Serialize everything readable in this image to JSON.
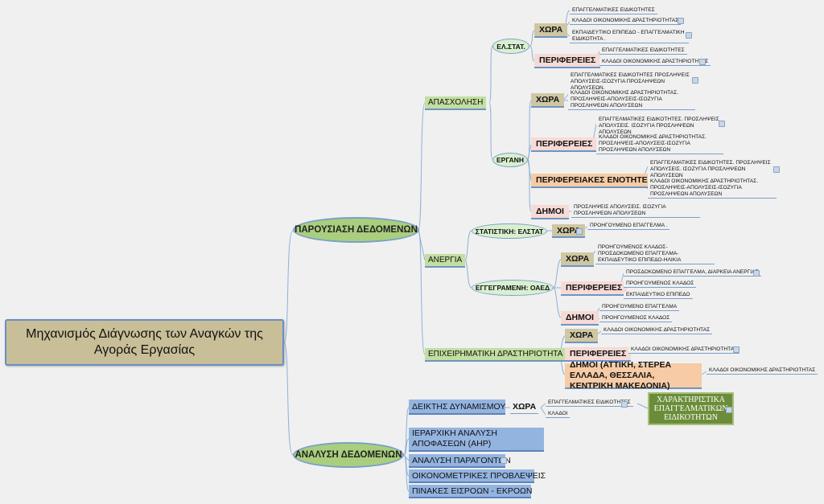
{
  "root": {
    "title": "Μηχανισμός Διάγνωσης των Αναγκών της Αγοράς Εργασίας"
  },
  "branches": {
    "presentation": "ΠΑΡΟΥΣΙΑΣΗ ΔΕΔΟΜΕΝΩΝ",
    "analysis": "ΑΝΑΛΥΣΗ ΔΕΔΟΜΕΝΩΝ"
  },
  "employment": {
    "label": "ΑΠΑΣΧΟΛΗΣΗ",
    "elstat": {
      "label": "ΕΛ.ΣΤΑΤ.",
      "country": "ΧΩΡΑ",
      "country_items": [
        "ΕΠΑΓΓΕΛΜΑΤΙΚΕΣ ΕΙΔΙΚΟΤΗΤΕΣ",
        "ΚΛΑΔΟΙ ΟΙΚΟΝΟΜΙΚΗΣ ΔΡΑΣΤΗΡΙΟΤΗΤΑΣ",
        "ΕΚΠΑΙΔΕΥΤΙΚΟ ΕΠΙΠΕΔΟ - ΕΠΑΓΓΕΛΜΑΤΙΚΗ ΕΙΔΙΚΟΤΗΤΑ ."
      ],
      "regions": "ΠΕΡΙΦΕΡΕΙΕΣ",
      "regions_items": [
        "ΕΠΑΓΓΕΛΜΑΤΙΚΕΣ ΕΙΔΙΚΟΤΗΤΕΣ",
        "ΚΛΑΔΟΙ ΟΙΚΟΝΟΜΙΚΗΣ ΔΡΑΣΤΗΡΙΟΤΗΤΑΣ"
      ]
    },
    "ergani": {
      "label": "ΕΡΓΑΝΗ",
      "country": "ΧΩΡΑ",
      "country_items": [
        "ΕΠΑΓΓΕΛΜΑΤΙΚΕΣ ΕΙΔΙΚΟΤΗΤΕΣ ΠΡΟΣΛΗΨΕΙΣ ΑΠΟΛΥΣΕΙΣ-ΙΣΟΖΥΓΙΑ ΠΡΟΣΛΗΨΕΩΝ ΑΠΟΛΥΣΕΩΝ.",
        "ΚΛΑΔΟΙ ΟΙΚΟΝΟΜΙΚΗΣ ΔΡΑΣΤΗΡΙΟΤΗΤΑΣ. ΠΡΟΣΛΗΨΕΙΣ-ΑΠΟΛΥΣΕΙΣ-ΙΣΟΖΥΓΙΑ ΠΡΟΣΛΗΨΕΩΝ ΑΠΟΛΥΣΕΩΝ"
      ],
      "regions": "ΠΕΡΙΦΕΡΕΙΕΣ",
      "regions_items": [
        "ΕΠΑΓΓΕΛΜΑΤΙΚΕΣ ΕΙΔΙΚΟΤΗΤΕΣ. ΠΡΟΣΛΗΨΕΙΣ ΑΠΟΛΥΣΕΙΣ. ΙΣΟΖΥΓΙΑ ΠΡΟΣΛΗΨΕΩΝ ΑΠΟΛΥΣΕΩΝ",
        "ΚΛΑΔΟΙ ΟΙΚΟΝΟΜΙΚΗΣ ΔΡΑΣΤΗΡΙΟΤΗΤΑΣ. ΠΡΟΣΛΗΨΕΙΣ-ΑΠΟΛΥΣΕΙΣ-ΙΣΟΖΥΓΙΑ ΠΡΟΣΛΗΨΕΩΝ ΑΠΟΛΥΣΕΩΝ"
      ],
      "units": "ΠΕΡΙΦΕΡΕΙΑΚΕΣ ΕΝΟΤΗΤΕΣ",
      "units_items": [
        "ΕΠΑΓΓΕΛΜΑΤΙΚΕΣ ΕΙΔΙΚΟΤΗΤΕΣ. ΠΡΟΣΛΗΨΕΙΣ ΑΠΟΛΥΣΕΙΣ. ΙΣΟΖΥΓΙΑ ΠΡΟΣΛΗΨΕΩΝ ΑΠΟΛΥΣΕΩΝ",
        "ΚΛΑΔΟΙ ΟΙΚΟΝΟΜΙΚΗΣ ΔΡΑΣΤΗΡΙΟΤΗΤΑΣ. ΠΡΟΣΛΗΨΕΙΣ-ΑΠΟΛΥΣΕΙΣ-ΙΣΟΖΥΓΙΑ ΠΡΟΣΛΗΨΕΩΝ ΑΠΟΛΥΣΕΩΝ"
      ],
      "municipalities": "ΔΗΜΟΙ",
      "municipalities_items": [
        "ΠΡΟΣΛΗΨΕΙΣ ΑΠΟΛΥΣΕΙΣ. ΙΣΟΖΥΓΙΑ ΠΡΟΣΛΗΨΕΩΝ ΑΠΟΛΥΣΕΩΝ"
      ]
    }
  },
  "unemployment": {
    "label": "ΑΝΕΡΓΙΑ",
    "stat": {
      "label": "ΣΤΑΤΙΣΤΙΚΗ: ΕΛΣΤΑΤ",
      "country": "ΧΩΡΑ",
      "country_items": [
        "ΠΡΟΗΓΟΥΜΕΝΟ ΕΠΑΓΓΕΛΜΑ ."
      ]
    },
    "registered": {
      "label": "ΕΓΓΕΓΡΑΜΕΝΗ: ΟΑΕΔ",
      "country": "ΧΩΡΑ",
      "country_items": [
        "ΠΡΟΗΓΟΥΜΕΝΟΣ ΚΛΑΔΟΣ-ΠΡΟΣΔΟΚΩΜΕΝΟ ΕΠΑΓΓΕΛΜΑ-ΕΚΠΑΙΔΕΥΤΙΚΟ ΕΠΙΠΕΔΟ-ΗΛΙΚΙΑ"
      ],
      "regions": "ΠΕΡΙΦΕΡΕΙΕΣ",
      "regions_items": [
        "ΠΡΟΣΔΟΚΩΜΕΝΟ ΕΠΑΓΓΕΛΜΑ, ΔΙΑΡΚΕΙΑ ΑΝΕΡΓΙΑΣ",
        "ΠΡΟΗΓΟΥΜΕΝΟΣ ΚΛΑΔΟΣ",
        "ΕΚΠΑΙΔΕΥΤΙΚΟ ΕΠΙΠΕΔΟ"
      ],
      "municipalities": "ΔΗΜΟΙ",
      "municipalities_items": [
        "ΠΡΟΗΓΟΥΜΕΝΟ ΕΠΑΓΓΕΛΜΑ",
        "ΠΡΟΗΓΟΥΜΕΝΟΣ ΚΛΑΔΟΣ"
      ]
    }
  },
  "business": {
    "label": "ΕΠΙΧΕΙΡΗΜΑΤΙΚΗ ΔΡΑΣΤΗΡΙΟΤΗΤΑ",
    "country": "ΧΩΡΑ",
    "country_items": [
      "ΚΛΑΔΟΙ ΟΙΚΟΝΟΜΙΚΗΣ ΔΡΑΣΤΗΡΙΟΤΗΤΑΣ"
    ],
    "regions": "ΠΕΡΙΦΕΡΕΙΕΣ",
    "regions_items": [
      "ΚΛΑΔΟΙ ΟΙΚΟΝΟΜΙΚΗΣ ΔΡΑΣΤΗΡΙΟΤΗΤΑΣ"
    ],
    "municipalities": "ΔΗΜΟΙ (ΑΤΤΙΚΗ, ΣΤΕΡΕΑ ΕΛΛΑΔΑ, ΘΕΣΣΑΛΙΑ, ΚΕΝΤΡΙΚΗ ΜΑΚΕΔΟΝΙΑ)",
    "municipalities_items": [
      "ΚΛΑΔΟΙ ΟΙΚΟΝΟΜΙΚΗΣ ΔΡΑΣΤΗΡΙΟΤΗΤΑΣ"
    ]
  },
  "analysis": {
    "dynamism": {
      "label": "ΔΕΙΚΤΗΣ ΔΥΝΑΜΙΣΜΟΥ",
      "country": "ΧΩΡΑ",
      "items": [
        "ΕΠΑΓΓΕΛΜΑΤΙΚΕΣ ΕΙΔΙΚΟΤΗΤΕΣ",
        "ΚΛΑΔΟΙ"
      ],
      "result": "ΧΑΡΑΚΤΗΡΙΣΤΙΚΑ ΕΠΑΓΓΕΛΜΑΤΙΚΩΝ ΕΙΔΙΚΟΤΗΤΩΝ"
    },
    "methods": [
      "ΙΕΡΑΡΧΙΚΗ ΑΝΑΛΥΣΗ ΑΠΟΦΑΣΕΩΝ (AHP)",
      "ΑΝΑΛΥΣΗ ΠΑΡΑΓΟΝΤΩΝ",
      "ΟΙΚΟΝΟΜΕΤΡΙΚΕΣ ΠΡΟΒΛΕΨΕΙΣ",
      "ΠΙΝΑΚΕΣ ΕΙΣΡΟΩΝ - ΕΚΡΟΩΝ"
    ]
  }
}
